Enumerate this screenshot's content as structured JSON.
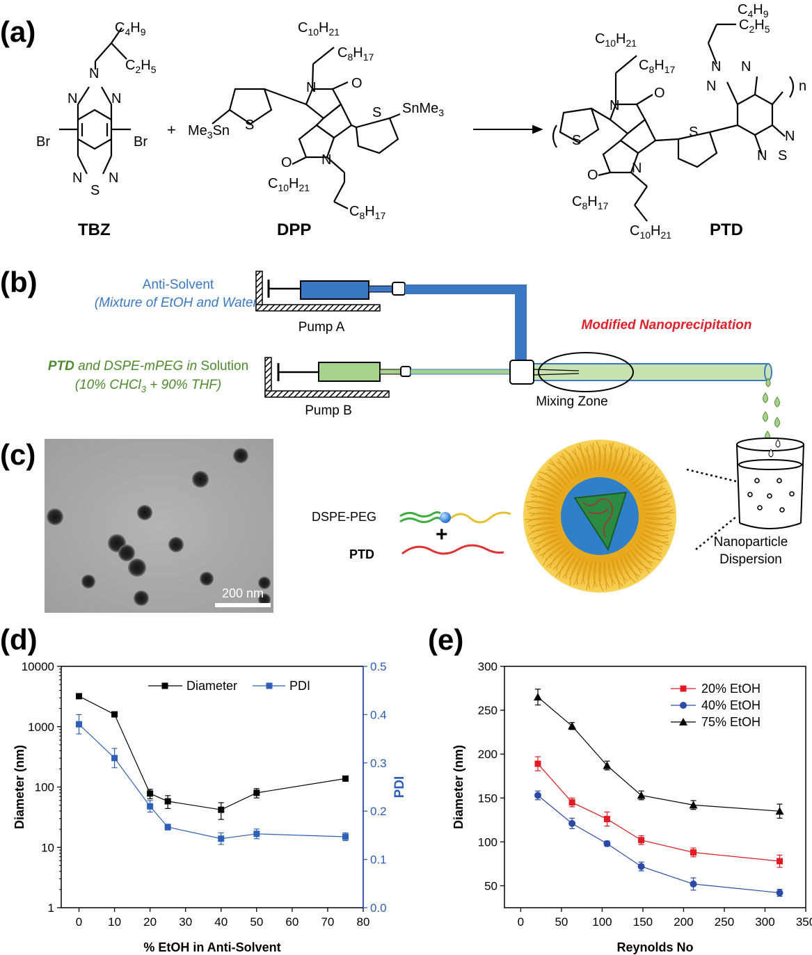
{
  "panels": {
    "a": {
      "label": "(a)",
      "compounds": [
        "TBZ",
        "DPP",
        "PTD"
      ],
      "plus": "+",
      "atoms": {
        "br": "Br",
        "n": "N",
        "s": "S",
        "o": "O",
        "sn_me3": "SnMe",
        "me3_sn": "Me",
        "sn": "Sn",
        "c4h9": [
          "C",
          "4",
          "H",
          "9"
        ],
        "c2h5": [
          "C",
          "2",
          "H",
          "5"
        ],
        "c10h21": [
          "C",
          "10",
          "H",
          "21"
        ],
        "c8h17": [
          "C",
          "8",
          "H",
          "17"
        ],
        "three": "3",
        "n_repeat": "n"
      }
    },
    "b": {
      "label": "(b)",
      "anti_solvent": "Anti-Solvent",
      "anti_solvent_sub": "(Mixture of EtOH and Water)",
      "pump_a": "Pump A",
      "pump_b": "Pump B",
      "solution_line1_a": "PTD",
      "solution_line1_b": " and DSPE-mPEG ",
      "solution_line1_c": "in",
      "solution_line1_d": " Solution",
      "solution_line2_a": "(10% CHCl",
      "solution_line2_sub": "3",
      "solution_line2_b": " + 90% THF)",
      "title": "Modified Nanoprecipitation",
      "mixing_zone": "Mixing Zone",
      "dispersion_1": "Nanoparticle",
      "dispersion_2": "Dispersion"
    },
    "c": {
      "label": "(c)",
      "scale_bar": "200 nm",
      "dspe_peg": "DSPE-PEG",
      "ptd": "PTD",
      "plus": "+"
    },
    "d": {
      "label": "(d)"
    },
    "e": {
      "label": "(e)"
    }
  },
  "colors": {
    "blue": "#3b78c4",
    "green_text": "#4e8a2e",
    "green_fill": "#a9d18e",
    "red": "#e0202a",
    "series_black": "#000000",
    "series_blue": "#2e5fb7",
    "series_red": "#e01b24",
    "series_navy": "#2b4aa8"
  },
  "chart_data": [
    {
      "type": "line",
      "panel": "d",
      "xlabel": "% EtOH in Anti-Solvent",
      "ylabel": "Diameter (nm)",
      "y2label": "PDI",
      "xlim": [
        -5,
        80
      ],
      "xticks": [
        0,
        10,
        20,
        30,
        40,
        50,
        60,
        70,
        80
      ],
      "ylim": [
        1,
        10000
      ],
      "yscale": "log",
      "yticks": [
        1,
        10,
        100,
        1000,
        10000
      ],
      "y2lim": [
        0.0,
        0.5
      ],
      "y2ticks": [
        "0.0",
        "0.1",
        "0.2",
        "0.3",
        "0.4",
        "0.5"
      ],
      "legend_position": "top-right",
      "series": [
        {
          "name": "Diameter",
          "axis": "left",
          "marker": "square",
          "x": [
            0,
            10,
            20,
            25,
            40,
            50,
            75
          ],
          "y": [
            3200,
            1600,
            78,
            58,
            42,
            80,
            138
          ],
          "err": [
            0,
            0,
            14,
            14,
            13,
            14,
            12
          ]
        },
        {
          "name": "PDI",
          "axis": "right",
          "marker": "square",
          "x": [
            0,
            10,
            20,
            25,
            40,
            50,
            75
          ],
          "y": [
            0.38,
            0.31,
            0.21,
            0.167,
            0.143,
            0.153,
            0.147
          ],
          "err": [
            0.02,
            0.02,
            0.012,
            0.006,
            0.012,
            0.01,
            0.008
          ]
        }
      ]
    },
    {
      "type": "line",
      "panel": "e",
      "xlabel": "Reynolds No",
      "ylabel": "Diameter (nm)",
      "xlim": [
        -20,
        350
      ],
      "xticks": [
        0,
        50,
        100,
        150,
        200,
        250,
        300,
        350
      ],
      "ylim": [
        25,
        300
      ],
      "yticks": [
        50,
        100,
        150,
        200,
        250,
        300
      ],
      "legend_position": "top-right",
      "series": [
        {
          "name": "20%  EtOH",
          "marker": "square",
          "x": [
            21,
            63,
            106,
            148,
            212,
            318
          ],
          "y": [
            189,
            145,
            126,
            102,
            88,
            78
          ],
          "err": [
            8,
            5,
            8,
            5,
            5,
            7
          ]
        },
        {
          "name": "40%  EtOH",
          "marker": "circle",
          "x": [
            21,
            63,
            106,
            148,
            212,
            318
          ],
          "y": [
            153,
            121,
            98,
            72,
            52,
            42
          ],
          "err": [
            5,
            6,
            3,
            5,
            7,
            4
          ]
        },
        {
          "name": "75%  EtOH",
          "marker": "triangle",
          "x": [
            21,
            63,
            106,
            148,
            212,
            318
          ],
          "y": [
            265,
            232,
            187,
            153,
            142,
            135
          ],
          "err": [
            9,
            4,
            5,
            5,
            5,
            8
          ]
        }
      ]
    }
  ]
}
